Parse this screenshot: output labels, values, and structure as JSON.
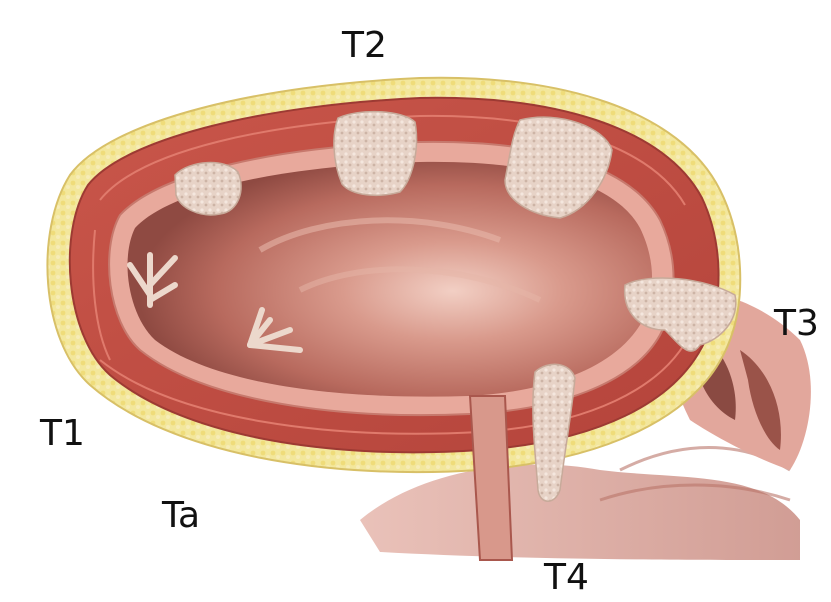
{
  "diagram": {
    "labels": {
      "t2": "T2",
      "t3": "T3",
      "t1": "T1",
      "ta": "Ta",
      "t4": "T4"
    }
  }
}
